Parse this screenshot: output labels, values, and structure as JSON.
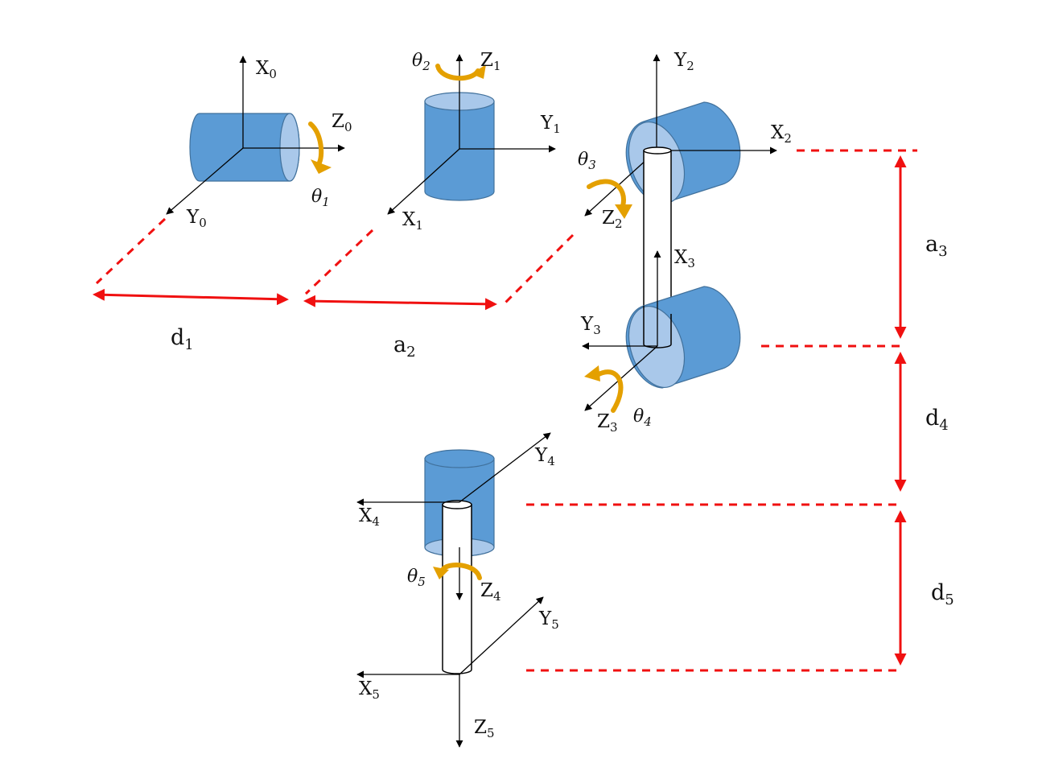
{
  "frames": [
    {
      "x_axis": "X",
      "x_sub": "0",
      "y_axis": "Y",
      "y_sub": "0",
      "z_axis": "Z",
      "z_sub": "0",
      "joint": "θ",
      "joint_sub": "1"
    },
    {
      "x_axis": "X",
      "x_sub": "1",
      "y_axis": "Y",
      "y_sub": "1",
      "z_axis": "Z",
      "z_sub": "1",
      "joint": "θ",
      "joint_sub": "2"
    },
    {
      "x_axis": "X",
      "x_sub": "2",
      "y_axis": "Y",
      "y_sub": "2",
      "z_axis": "Z",
      "z_sub": "2",
      "joint": "θ",
      "joint_sub": "3"
    },
    {
      "x_axis": "X",
      "x_sub": "3",
      "y_axis": "Y",
      "y_sub": "3",
      "z_axis": "Z",
      "z_sub": "3",
      "joint": "θ",
      "joint_sub": "4"
    },
    {
      "x_axis": "X",
      "x_sub": "4",
      "y_axis": "Y",
      "y_sub": "4",
      "z_axis": "Z",
      "z_sub": "4",
      "joint": "θ",
      "joint_sub": "5"
    },
    {
      "x_axis": "X",
      "x_sub": "5",
      "y_axis": "Y",
      "y_sub": "5",
      "z_axis": "Z",
      "z_sub": "5"
    }
  ],
  "dimensions": [
    {
      "name": "d",
      "sub": "1"
    },
    {
      "name": "a",
      "sub": "2"
    },
    {
      "name": "a",
      "sub": "3"
    },
    {
      "name": "d",
      "sub": "4"
    },
    {
      "name": "d",
      "sub": "5"
    }
  ],
  "colors": {
    "link_body": "#5b9bd5",
    "link_cap": "#a9c8ea",
    "rotation_arrow": "#e4a000",
    "dimension_line": "#f01010"
  }
}
